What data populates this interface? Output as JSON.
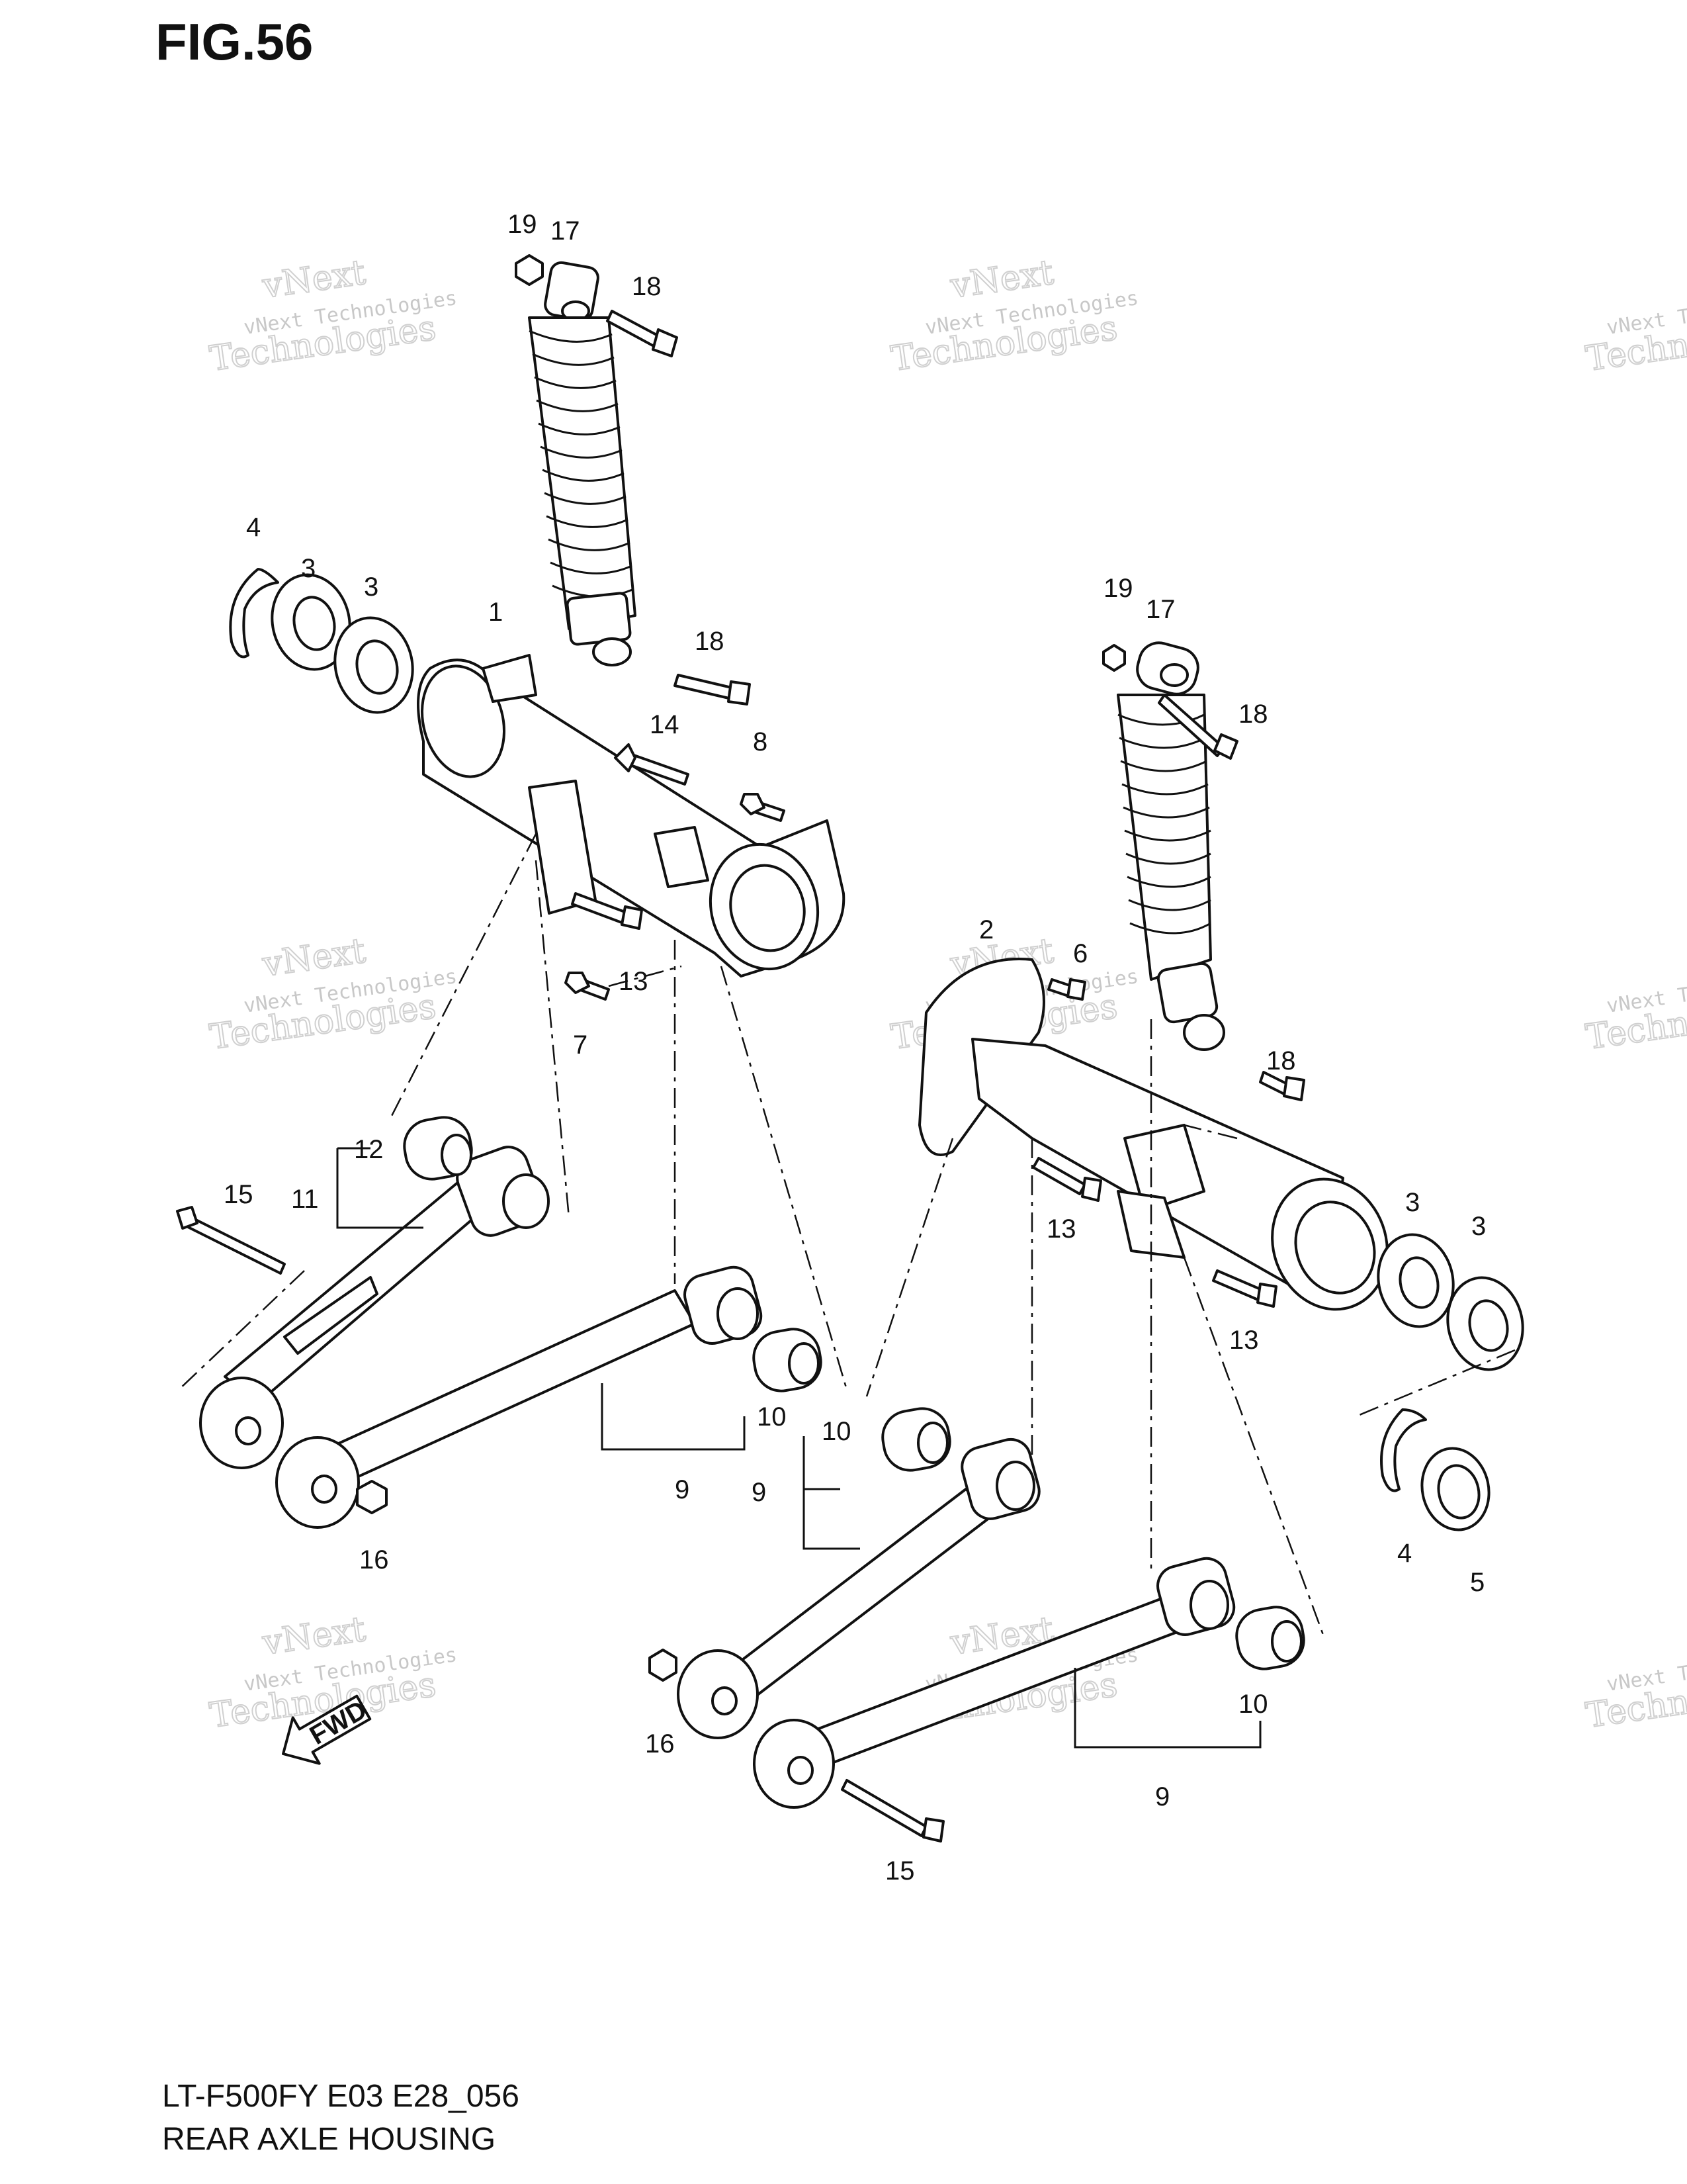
{
  "figure_title": "FIG.56",
  "footer": {
    "model_code": "LT-F500FY E03 E28_056",
    "section_name": "REAR AXLE HOUSING"
  },
  "watermark": {
    "small": "vNext Technologies",
    "big_line1": "vNext",
    "big_line2": "Technologies"
  },
  "fwd_label": "FWD",
  "callouts": {
    "c19a": "19",
    "c17a": "17",
    "c18a": "18",
    "c4a": "4",
    "c3a": "3",
    "c3b": "3",
    "c1": "1",
    "c18b": "18",
    "c14": "14",
    "c8": "8",
    "c13a": "13",
    "c7": "7",
    "c12": "12",
    "c11": "11",
    "c15a": "15",
    "c16a": "16",
    "c10a": "10",
    "c9a": "9",
    "c19b": "19",
    "c17b": "17",
    "c18c": "18",
    "c2": "2",
    "c6": "6",
    "c18d": "18",
    "c13b": "13",
    "c13c": "13",
    "c3c": "3",
    "c3d": "3",
    "c4b": "4",
    "c5": "5",
    "c10b": "10",
    "c9b": "9",
    "c10c": "10",
    "c9c": "9",
    "c16b": "16",
    "c15b": "15"
  }
}
